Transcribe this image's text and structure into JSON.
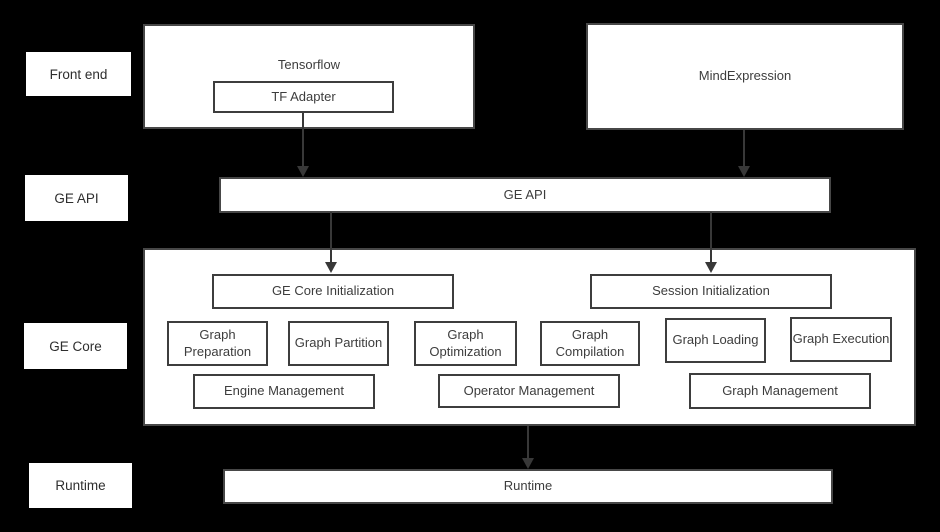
{
  "colors": {
    "background": "#000000",
    "box_fill": "#ffffff",
    "box_border": "#474747",
    "text": "#3d3d3d",
    "arrow": "#383838"
  },
  "side_labels": {
    "front_end": "Front end",
    "ge_api": "GE API",
    "ge_core": "GE Core",
    "runtime": "Runtime"
  },
  "front_end_row": {
    "tensorflow_title": "Tensorflow",
    "tf_adapter": "TF Adapter",
    "mind_expression": "MindExpression"
  },
  "ge_api_row": {
    "bar_label": "GE API"
  },
  "ge_core_row": {
    "ge_core_initialization": "GE Core Initialization",
    "session_initialization": "Session Initialization",
    "graph_preparation": "Graph Preparation",
    "graph_partition": "Graph Partition",
    "graph_optimization": "Graph Optimization",
    "graph_compilation": "Graph Compilation",
    "graph_loading": "Graph Loading",
    "graph_execution": "Graph Execution",
    "engine_management": "Engine Management",
    "operator_management": "Operator Management",
    "graph_management": "Graph Management"
  },
  "runtime_row": {
    "bar_label": "Runtime"
  }
}
